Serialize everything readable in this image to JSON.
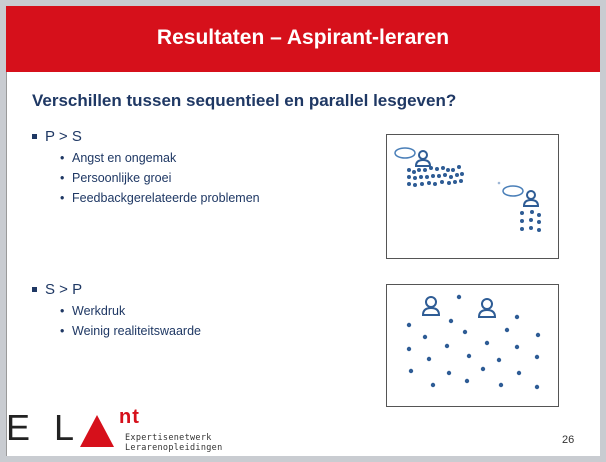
{
  "slide": {
    "title": "Resultaten – Aspirant-leraren",
    "subtitle": "Verschillen tussen sequentieel en parallel lesgeven?",
    "page_number": "26",
    "accent_color": "#d6101b",
    "text_color": "#1f3864"
  },
  "groups": [
    {
      "heading": "P > S",
      "items": [
        "Angst en ongemak",
        "Persoonlijke groei",
        "Feedbackgerelateerde problemen"
      ]
    },
    {
      "heading": "S > P",
      "items": [
        "Werkdruk",
        "Weinig realiteitswaarde"
      ]
    }
  ],
  "logo": {
    "letters": "E L",
    "nt": "nt",
    "line1": "Expertisenetwerk",
    "line2": "Lerarenopleidingen"
  }
}
